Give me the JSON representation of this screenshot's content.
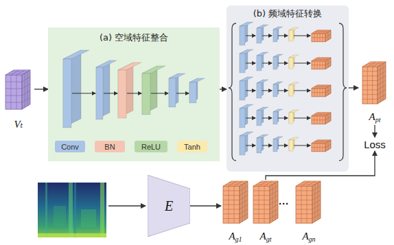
{
  "diagram": {
    "nodes": [
      {
        "text": [
          "Vₜ"
        ]
      },
      {
        "text": [
          "(a) 空域特征整合"
        ]
      },
      {
        "text": [
          "(b) 频域特征转换"
        ]
      },
      {
        "text": [
          "Apt"
        ]
      },
      {
        "text": [
          "Loss"
        ]
      },
      {
        "text": [
          "E"
        ]
      },
      {
        "text": [
          "Ag1"
        ]
      },
      {
        "text": [
          "Agt"
        ]
      },
      {
        "text": [
          "Agn"
        ]
      }
    ],
    "edges": [
      {
        "from": 0,
        "to": 1,
        "arrow": "to"
      },
      {
        "from": 1,
        "to": 2,
        "arrow": "to"
      },
      {
        "from": 2,
        "to": 3,
        "arrow": "to"
      },
      {
        "from": 3,
        "to": 4,
        "arrow": "to"
      },
      {
        "from": 5,
        "to": 6,
        "arrow": "to"
      },
      {
        "from": 7,
        "to": 4,
        "arrow": "to"
      }
    ],
    "labels": [
      "···"
    ],
    "legend": [
      {
        "text": "Conv",
        "color": "#a9c4e6"
      },
      {
        "text": "BN",
        "color": "#f6c4b2"
      },
      {
        "text": "ReLU",
        "color": "#b6d8a6"
      },
      {
        "text": "Tanh",
        "color": "#fbe9ae"
      }
    ]
  }
}
